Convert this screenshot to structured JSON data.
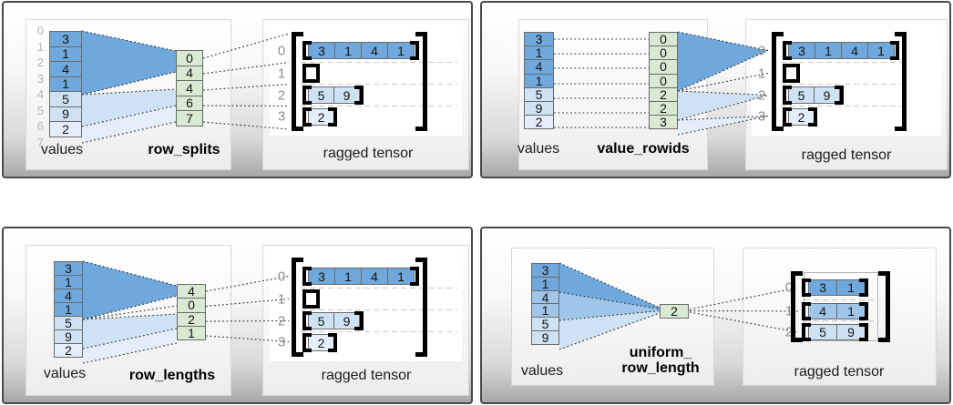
{
  "colors": {
    "dark_blue": "#6fa8dc",
    "medium_blue": "#9fc5e8",
    "light_blue": "#cfe2f3",
    "pale_blue": "#e4eefa",
    "green": "#d9ead3"
  },
  "panels": [
    {
      "method_label": "row_splits",
      "values_label": "values",
      "tensor_label": "ragged tensor",
      "values": [
        "3",
        "1",
        "4",
        "1",
        "5",
        "9",
        "2"
      ],
      "boundary_indices": [
        "0",
        "1",
        "2",
        "3",
        "4",
        "5",
        "6",
        "7"
      ],
      "method_values": [
        "0",
        "4",
        "4",
        "6",
        "7"
      ],
      "row_indices": [
        "0",
        "1",
        "2",
        "3"
      ],
      "rows": [
        [
          "3",
          "1",
          "4",
          "1"
        ],
        [],
        [
          "5",
          "9"
        ],
        [
          "2"
        ]
      ]
    },
    {
      "method_label": "value_rowids",
      "values_label": "values",
      "tensor_label": "ragged tensor",
      "values": [
        "3",
        "1",
        "4",
        "1",
        "5",
        "9",
        "2"
      ],
      "method_values": [
        "0",
        "0",
        "0",
        "0",
        "2",
        "2",
        "3"
      ],
      "row_indices": [
        "0",
        "1",
        "2",
        "3"
      ],
      "rows": [
        [
          "3",
          "1",
          "4",
          "1"
        ],
        [],
        [
          "5",
          "9"
        ],
        [
          "2"
        ]
      ]
    },
    {
      "method_label": "row_lengths",
      "values_label": "values",
      "tensor_label": "ragged tensor",
      "values": [
        "3",
        "1",
        "4",
        "1",
        "5",
        "9",
        "2"
      ],
      "method_values": [
        "4",
        "0",
        "2",
        "1"
      ],
      "row_indices": [
        "0",
        "1",
        "2",
        "3"
      ],
      "rows": [
        [
          "3",
          "1",
          "4",
          "1"
        ],
        [],
        [
          "5",
          "9"
        ],
        [
          "2"
        ]
      ]
    },
    {
      "method_label_line1": "uniform_",
      "method_label_line2": "row_length",
      "values_label": "values",
      "tensor_label": "ragged tensor",
      "values": [
        "3",
        "1",
        "4",
        "1",
        "5",
        "9"
      ],
      "method_values": [
        "2"
      ],
      "row_indices": [
        "0",
        "1",
        "2"
      ],
      "rows": [
        [
          "3",
          "1"
        ],
        [
          "4",
          "1"
        ],
        [
          "5",
          "9"
        ]
      ]
    }
  ]
}
